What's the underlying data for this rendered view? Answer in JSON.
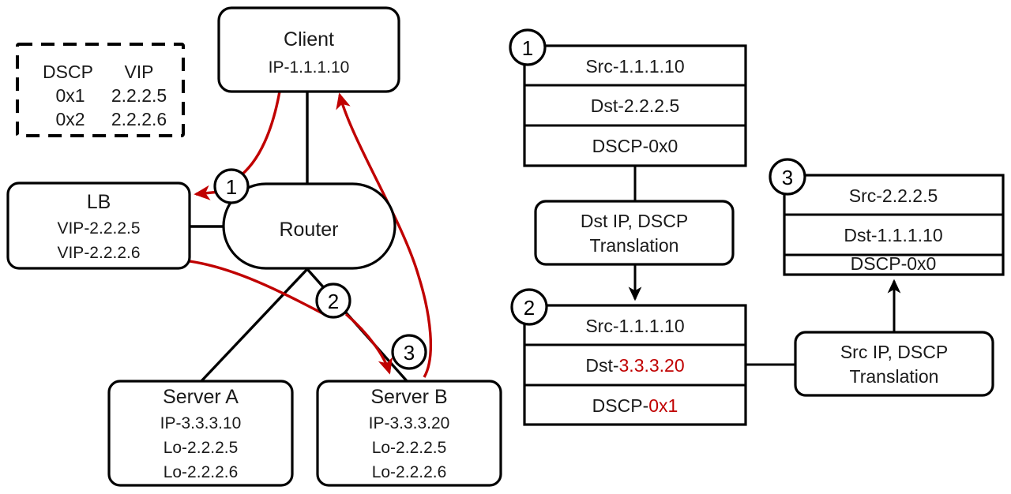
{
  "legend": {
    "name": "dscp-vip-legend",
    "headers": [
      "DSCP",
      "VIP"
    ],
    "rows": [
      {
        "dscp": "0x1",
        "vip": "2.2.2.5"
      },
      {
        "dscp": "0x2",
        "vip": "2.2.2.6"
      }
    ]
  },
  "topology": {
    "client": {
      "title": "Client",
      "lines": [
        "IP-1.1.1.10"
      ]
    },
    "router": {
      "title": "Router"
    },
    "lb": {
      "title": "LB",
      "lines": [
        "VIP-2.2.2.5",
        "VIP-2.2.2.6"
      ]
    },
    "server_a": {
      "title": "Server A",
      "lines": [
        "IP-3.3.3.10",
        "Lo-2.2.2.5",
        "Lo-2.2.2.6"
      ]
    },
    "server_b": {
      "title": "Server B",
      "lines": [
        "IP-3.3.3.20",
        "Lo-2.2.2.5",
        "Lo-2.2.2.6"
      ]
    },
    "markers": [
      "1",
      "2",
      "3"
    ]
  },
  "packets": {
    "p1": {
      "number": "1",
      "rows": [
        {
          "label": "Src-1.1.1.10",
          "prefix": "Src-1.1.1.10",
          "value": "",
          "highlight": false
        },
        {
          "label": "Dst-2.2.2.5",
          "prefix": "Dst-2.2.2.5",
          "value": "",
          "highlight": false
        },
        {
          "label": "DSCP-0x0",
          "prefix": "DSCP-0x0",
          "value": "",
          "highlight": false
        }
      ]
    },
    "p2": {
      "number": "2",
      "rows": [
        {
          "label": "Src-1.1.1.10",
          "prefix": "Src-1.1.1.10",
          "value": "",
          "highlight": false
        },
        {
          "label": "Dst-3.3.3.20",
          "prefix": "Dst-",
          "value": "3.3.3.20",
          "highlight": true
        },
        {
          "label": "DSCP-0x1",
          "prefix": "DSCP-",
          "value": "0x1",
          "highlight": true
        }
      ]
    },
    "p3": {
      "number": "3",
      "rows": [
        {
          "label": "Src-2.2.2.5",
          "prefix": "Src-2.2.2.5",
          "value": "",
          "highlight": false
        },
        {
          "label": "Dst-1.1.1.10",
          "prefix": "Dst-1.1.1.10",
          "value": "",
          "highlight": false
        },
        {
          "label": "DSCP-0x0",
          "prefix": "DSCP-0x0",
          "value": "",
          "highlight": false
        }
      ]
    }
  },
  "translations": {
    "dst": {
      "line1": "Dst IP, DSCP",
      "line2": "Translation"
    },
    "src": {
      "line1": "Src IP, DSCP",
      "line2": "Translation"
    }
  },
  "colors": {
    "highlight": "#C00000",
    "stroke": "#000000",
    "background": "#ffffff"
  }
}
